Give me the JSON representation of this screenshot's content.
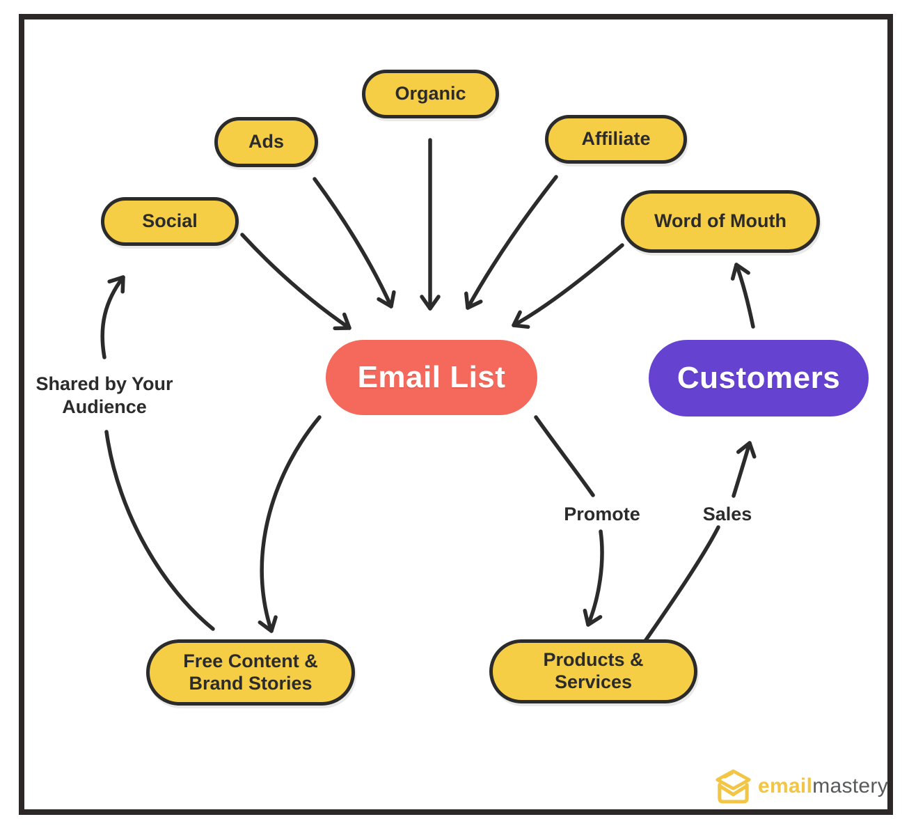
{
  "diagram": {
    "nodes": {
      "organic": {
        "label": "Organic"
      },
      "ads": {
        "label": "Ads"
      },
      "affiliate": {
        "label": "Affiliate"
      },
      "social": {
        "label": "Social"
      },
      "word_of_mouth": {
        "label": "Word of Mouth"
      },
      "email_list": {
        "label": "Email List"
      },
      "customers": {
        "label": "Customers"
      },
      "free_content": {
        "line1": "Free Content &",
        "line2": "Brand Stories"
      },
      "products": {
        "line1": "Products &",
        "line2": "Services"
      }
    },
    "edge_labels": {
      "shared_line1": "Shared by Your",
      "shared_line2": "Audience",
      "promote": "Promote",
      "sales": "Sales"
    },
    "edges": [
      {
        "from": "Social",
        "to": "Email List"
      },
      {
        "from": "Ads",
        "to": "Email List"
      },
      {
        "from": "Organic",
        "to": "Email List"
      },
      {
        "from": "Affiliate",
        "to": "Email List"
      },
      {
        "from": "Word of Mouth",
        "to": "Email List"
      },
      {
        "from": "Email List",
        "to": "Free Content & Brand Stories"
      },
      {
        "from": "Free Content & Brand Stories",
        "to": "Social",
        "label": "Shared by Your Audience"
      },
      {
        "from": "Email List",
        "to": "Products & Services",
        "label": "Promote"
      },
      {
        "from": "Products & Services",
        "to": "Customers",
        "label": "Sales"
      },
      {
        "from": "Customers",
        "to": "Word of Mouth"
      }
    ],
    "colors": {
      "node_yellow": "#F6CE46",
      "node_red": "#F4695C",
      "node_purple": "#6642D1",
      "stroke_dark": "#2B2B2B",
      "text_light": "#FFFFFF"
    }
  },
  "branding": {
    "logo_part1": "email",
    "logo_part2": "mastery",
    "logo_color1": "#F2C644",
    "logo_color2": "#58595B"
  }
}
